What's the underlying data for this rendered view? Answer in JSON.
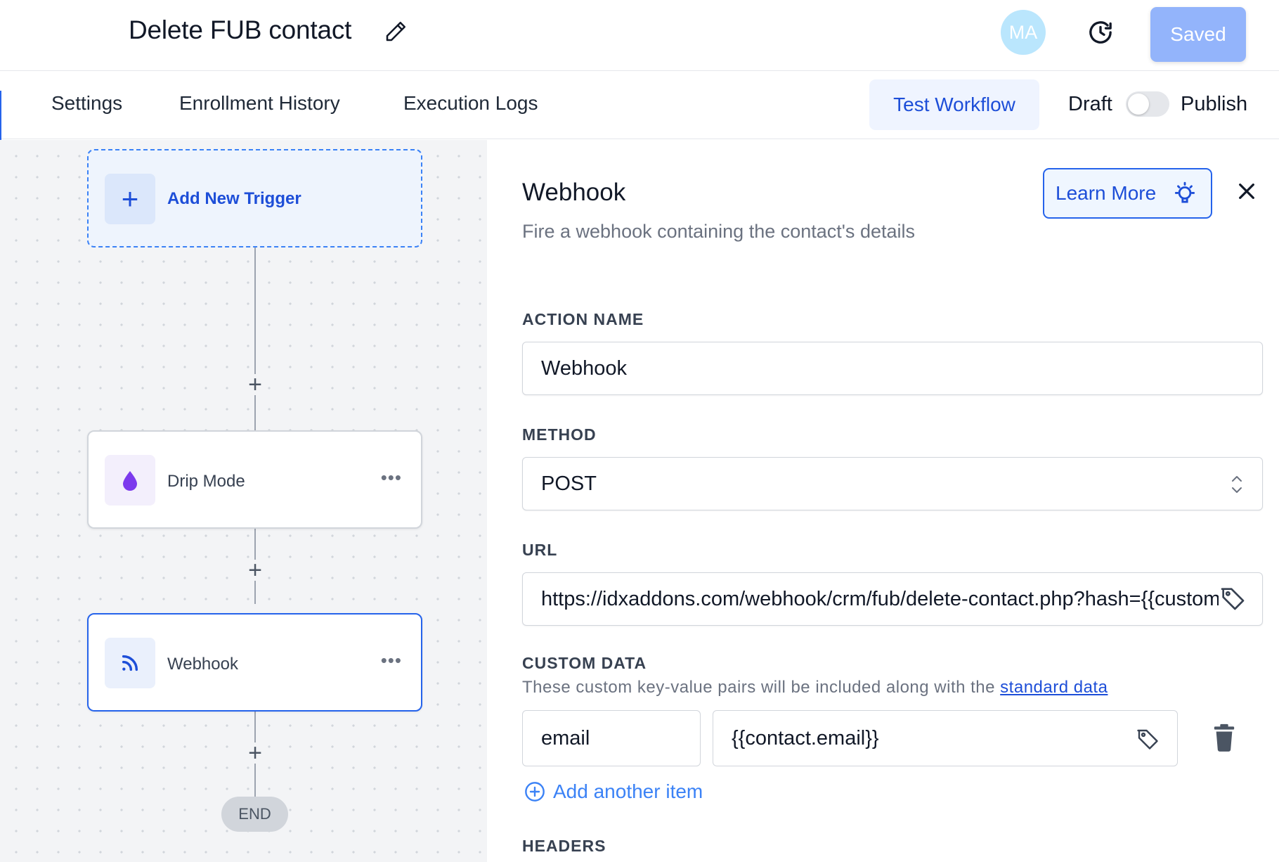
{
  "header": {
    "workflow_title": "Delete FUB contact",
    "avatar_initials": "MA",
    "saved_label": "Saved"
  },
  "subnav": {
    "tabs": [
      {
        "label": "Settings"
      },
      {
        "label": "Enrollment History"
      },
      {
        "label": "Execution Logs"
      }
    ],
    "test_workflow_label": "Test Workflow",
    "draft_label": "Draft",
    "publish_label": "Publish",
    "published": false
  },
  "canvas": {
    "trigger_label": "Add New Trigger",
    "nodes": [
      {
        "label": "Drip Mode",
        "icon": "drop-icon",
        "selected": false
      },
      {
        "label": "Webhook",
        "icon": "webhook-icon",
        "selected": true
      }
    ],
    "end_label": "END"
  },
  "panel": {
    "title": "Webhook",
    "subtitle": "Fire a webhook containing the contact's details",
    "learn_more_label": "Learn More",
    "action_name_label": "ACTION NAME",
    "action_name_value": "Webhook",
    "method_label": "METHOD",
    "method_value": "POST",
    "url_label": "URL",
    "url_value": "https://idxaddons.com/webhook/crm/fub/delete-contact.php?hash={{custom_",
    "custom_data_label": "CUSTOM DATA",
    "custom_data_hint": "These custom key-value pairs will be included along with the ",
    "custom_data_link": "standard data",
    "custom_data_items": [
      {
        "key": "email",
        "value": "{{contact.email}}"
      }
    ],
    "add_item_label": "Add another item",
    "headers_label": "HEADERS"
  },
  "colors": {
    "accent": "#2563eb",
    "saved_bg": "#93b4fb",
    "drip_icon": "#7c3aed"
  }
}
